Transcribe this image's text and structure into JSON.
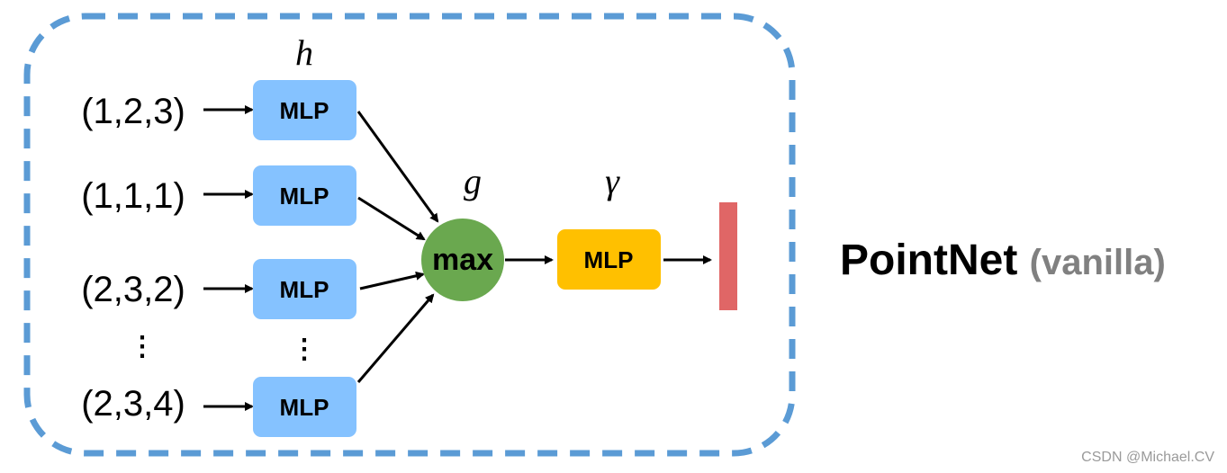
{
  "colors": {
    "border": "#5B9BD5",
    "mlp_blue": "#85C2FF",
    "max_green": "#6AA84F",
    "mlp_orange": "#FFC000",
    "output_red": "#E06666",
    "subtitle_gray": "#808080"
  },
  "diagram": {
    "label_h": "h",
    "label_g": "g",
    "label_gamma": "γ",
    "points": [
      "(1,2,3)",
      "(1,1,1)",
      "(2,3,2)",
      "(2,3,4)"
    ],
    "ellipsis": "⋮",
    "mlp_label": "MLP",
    "max_label": "max",
    "final_mlp_label": "MLP"
  },
  "title": {
    "main": "PointNet",
    "sub": "(vanilla)"
  },
  "watermark": "CSDN @Michael.CV"
}
